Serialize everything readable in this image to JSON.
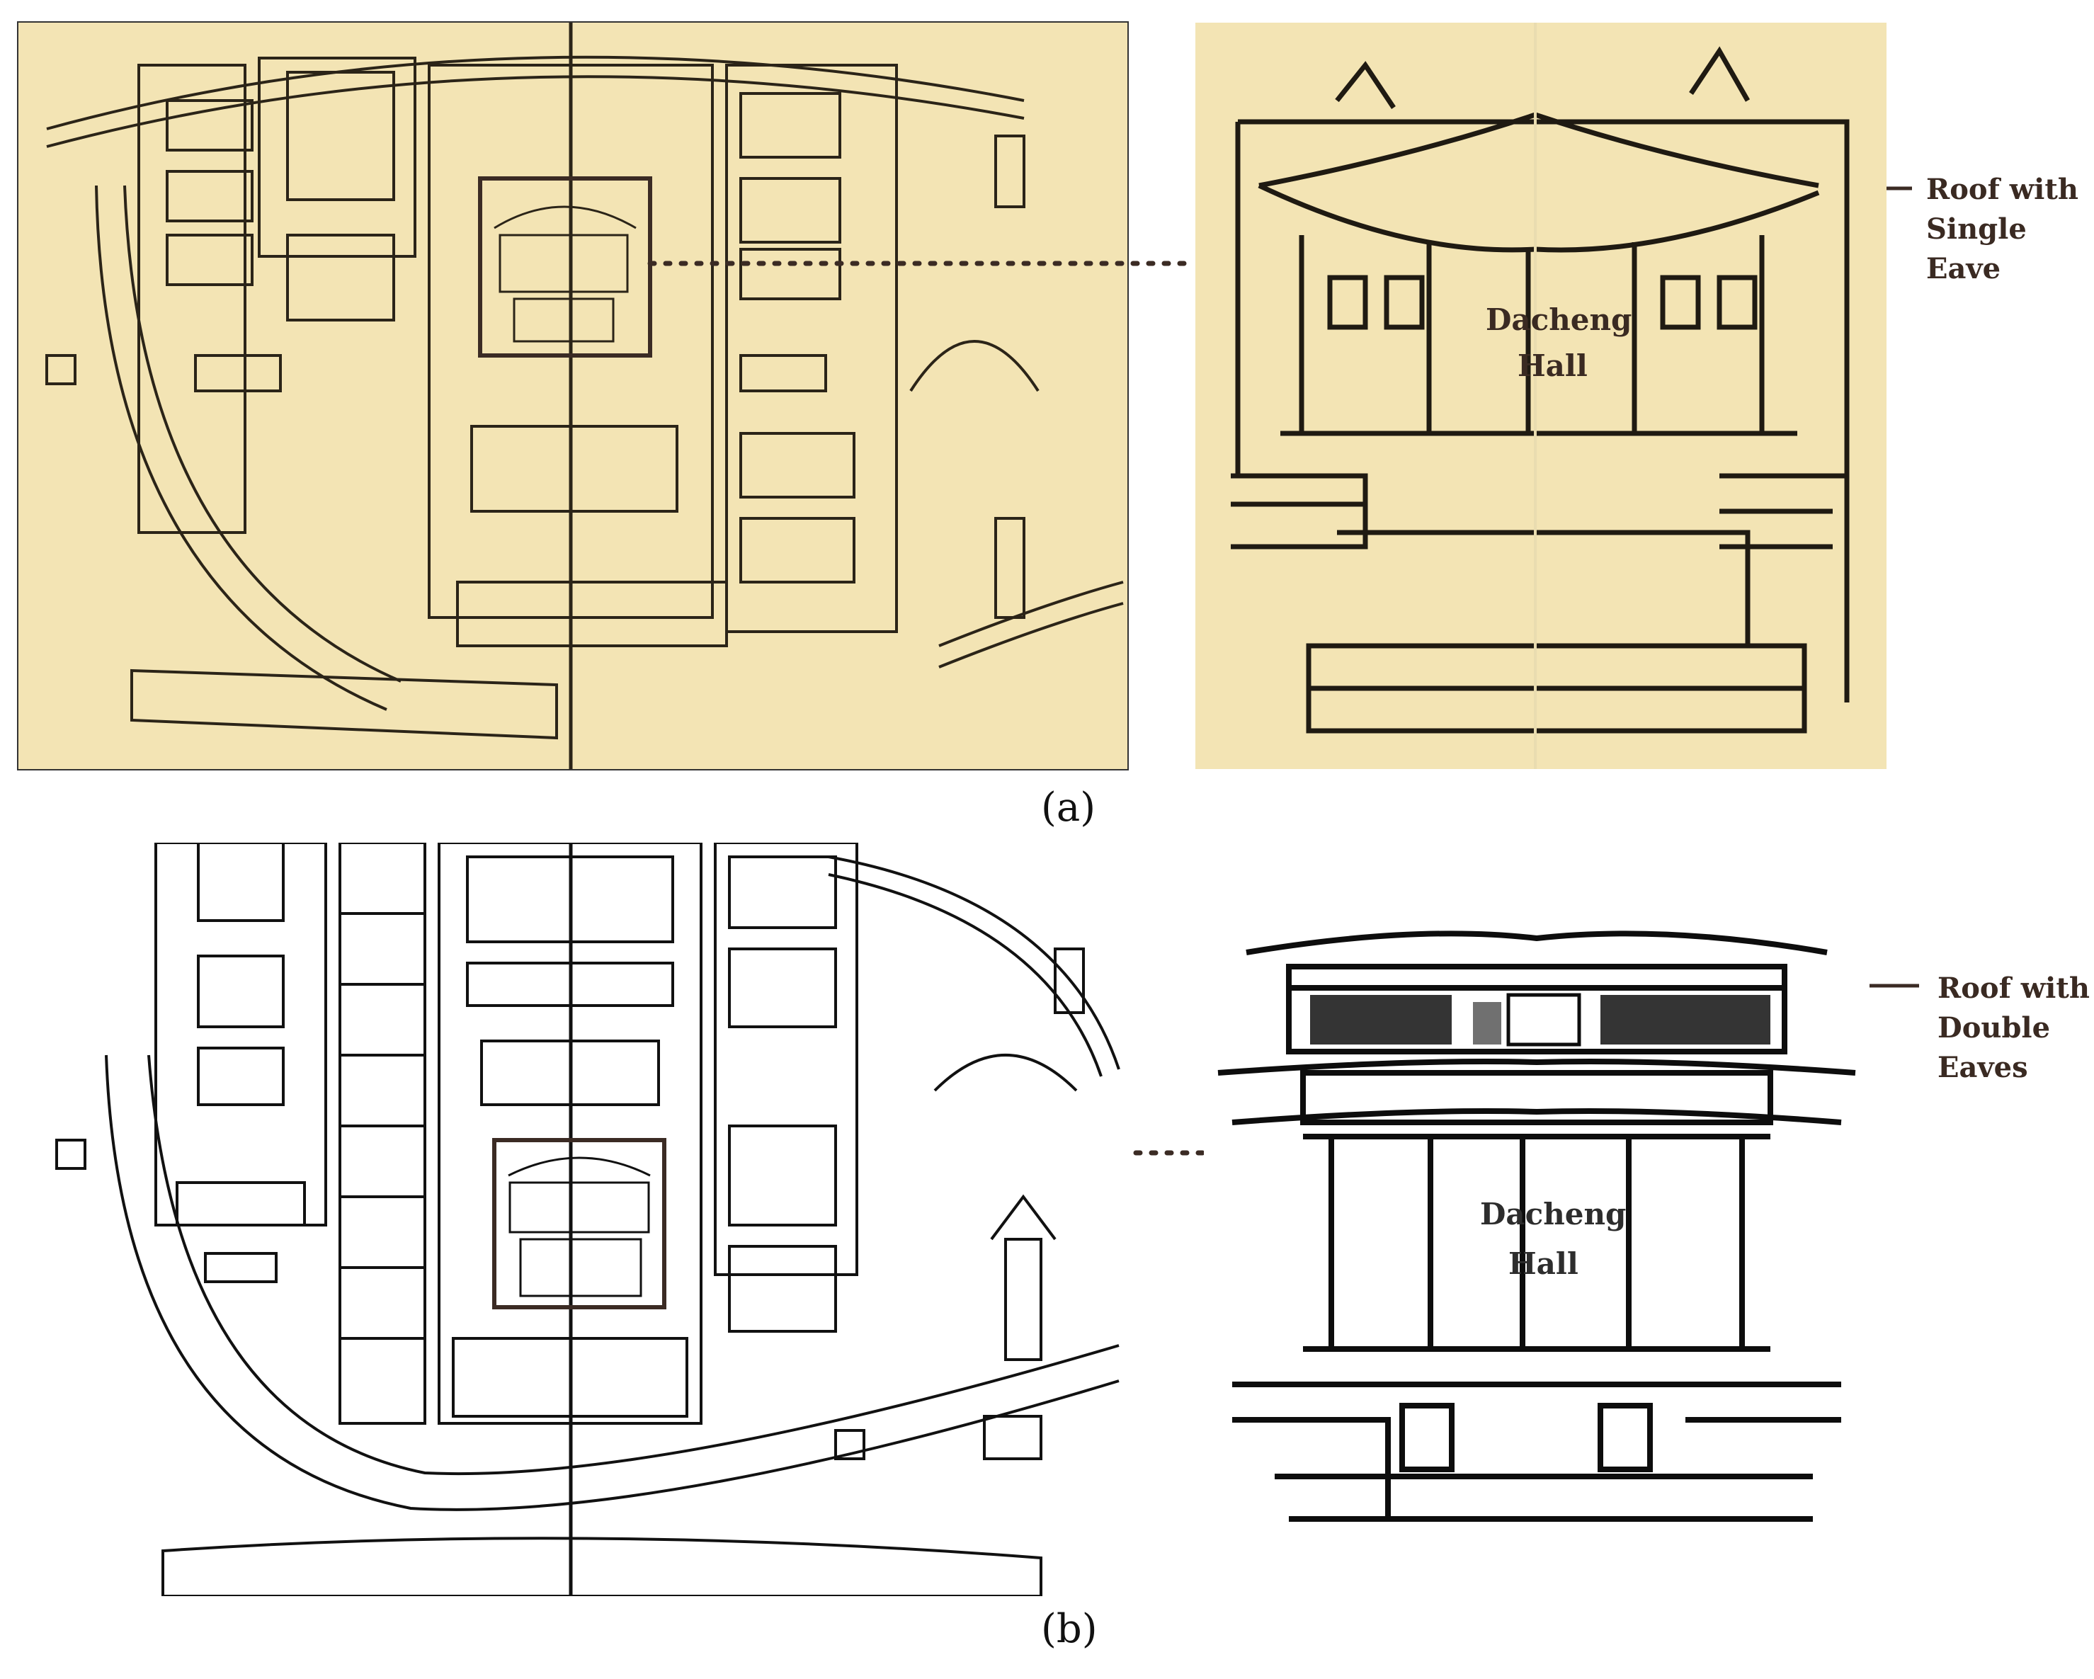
{
  "panel_a": {
    "caption": "(a)",
    "hall_label_line1": "Dacheng",
    "hall_label_line2": "Hall",
    "callout_line1": "Roof with",
    "callout_line2": "Single",
    "callout_line3": "Eave",
    "paper_color": "#f3e4b4",
    "highlight_color": "#3b2b24"
  },
  "panel_b": {
    "caption": "(b)",
    "hall_label_line1": "Dacheng",
    "hall_label_line2": "Hall",
    "callout_line1": "Roof with",
    "callout_line2": "Double",
    "callout_line3": "Eaves",
    "paper_color": "#ffffff",
    "highlight_color": "#3b2b24"
  }
}
